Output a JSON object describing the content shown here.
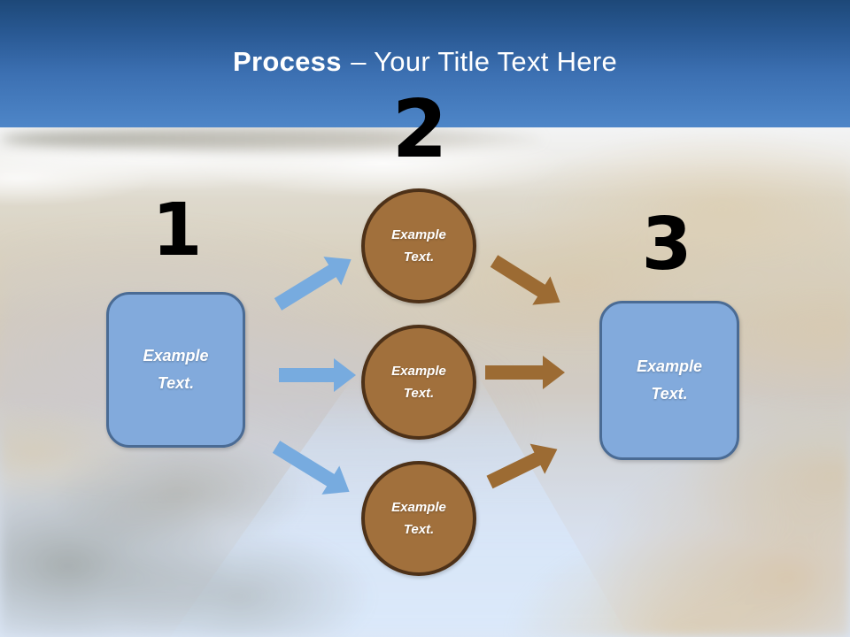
{
  "header": {
    "title_emphasis": "Process",
    "title_rest": "– Your Title Text Here"
  },
  "steps": {
    "one": {
      "number": "1",
      "box_label": "Example Text."
    },
    "two": {
      "number": "2",
      "circle_labels": [
        "Example Text.",
        "Example Text.",
        "Example Text."
      ]
    },
    "three": {
      "number": "3",
      "box_label": "Example Text."
    }
  },
  "colors": {
    "header_gradient_top": "#1d4878",
    "header_gradient_bottom": "#4e86c8",
    "title_text": "#ffffff",
    "step_number": "#000000",
    "box_fill": "#82aadc",
    "box_border": "#4a6b94",
    "box_text": "#ffffff",
    "circle_fill": "#a1703c",
    "circle_border": "#4d3118",
    "circle_text": "#ffffff",
    "arrow_blue": "#77abdf",
    "arrow_brown": "#9c6b33"
  },
  "background": {
    "description": "Washed-out photograph of a marsh: pale cloudy sky, dark treeline, tan reed grass and a light-blue water channel"
  }
}
